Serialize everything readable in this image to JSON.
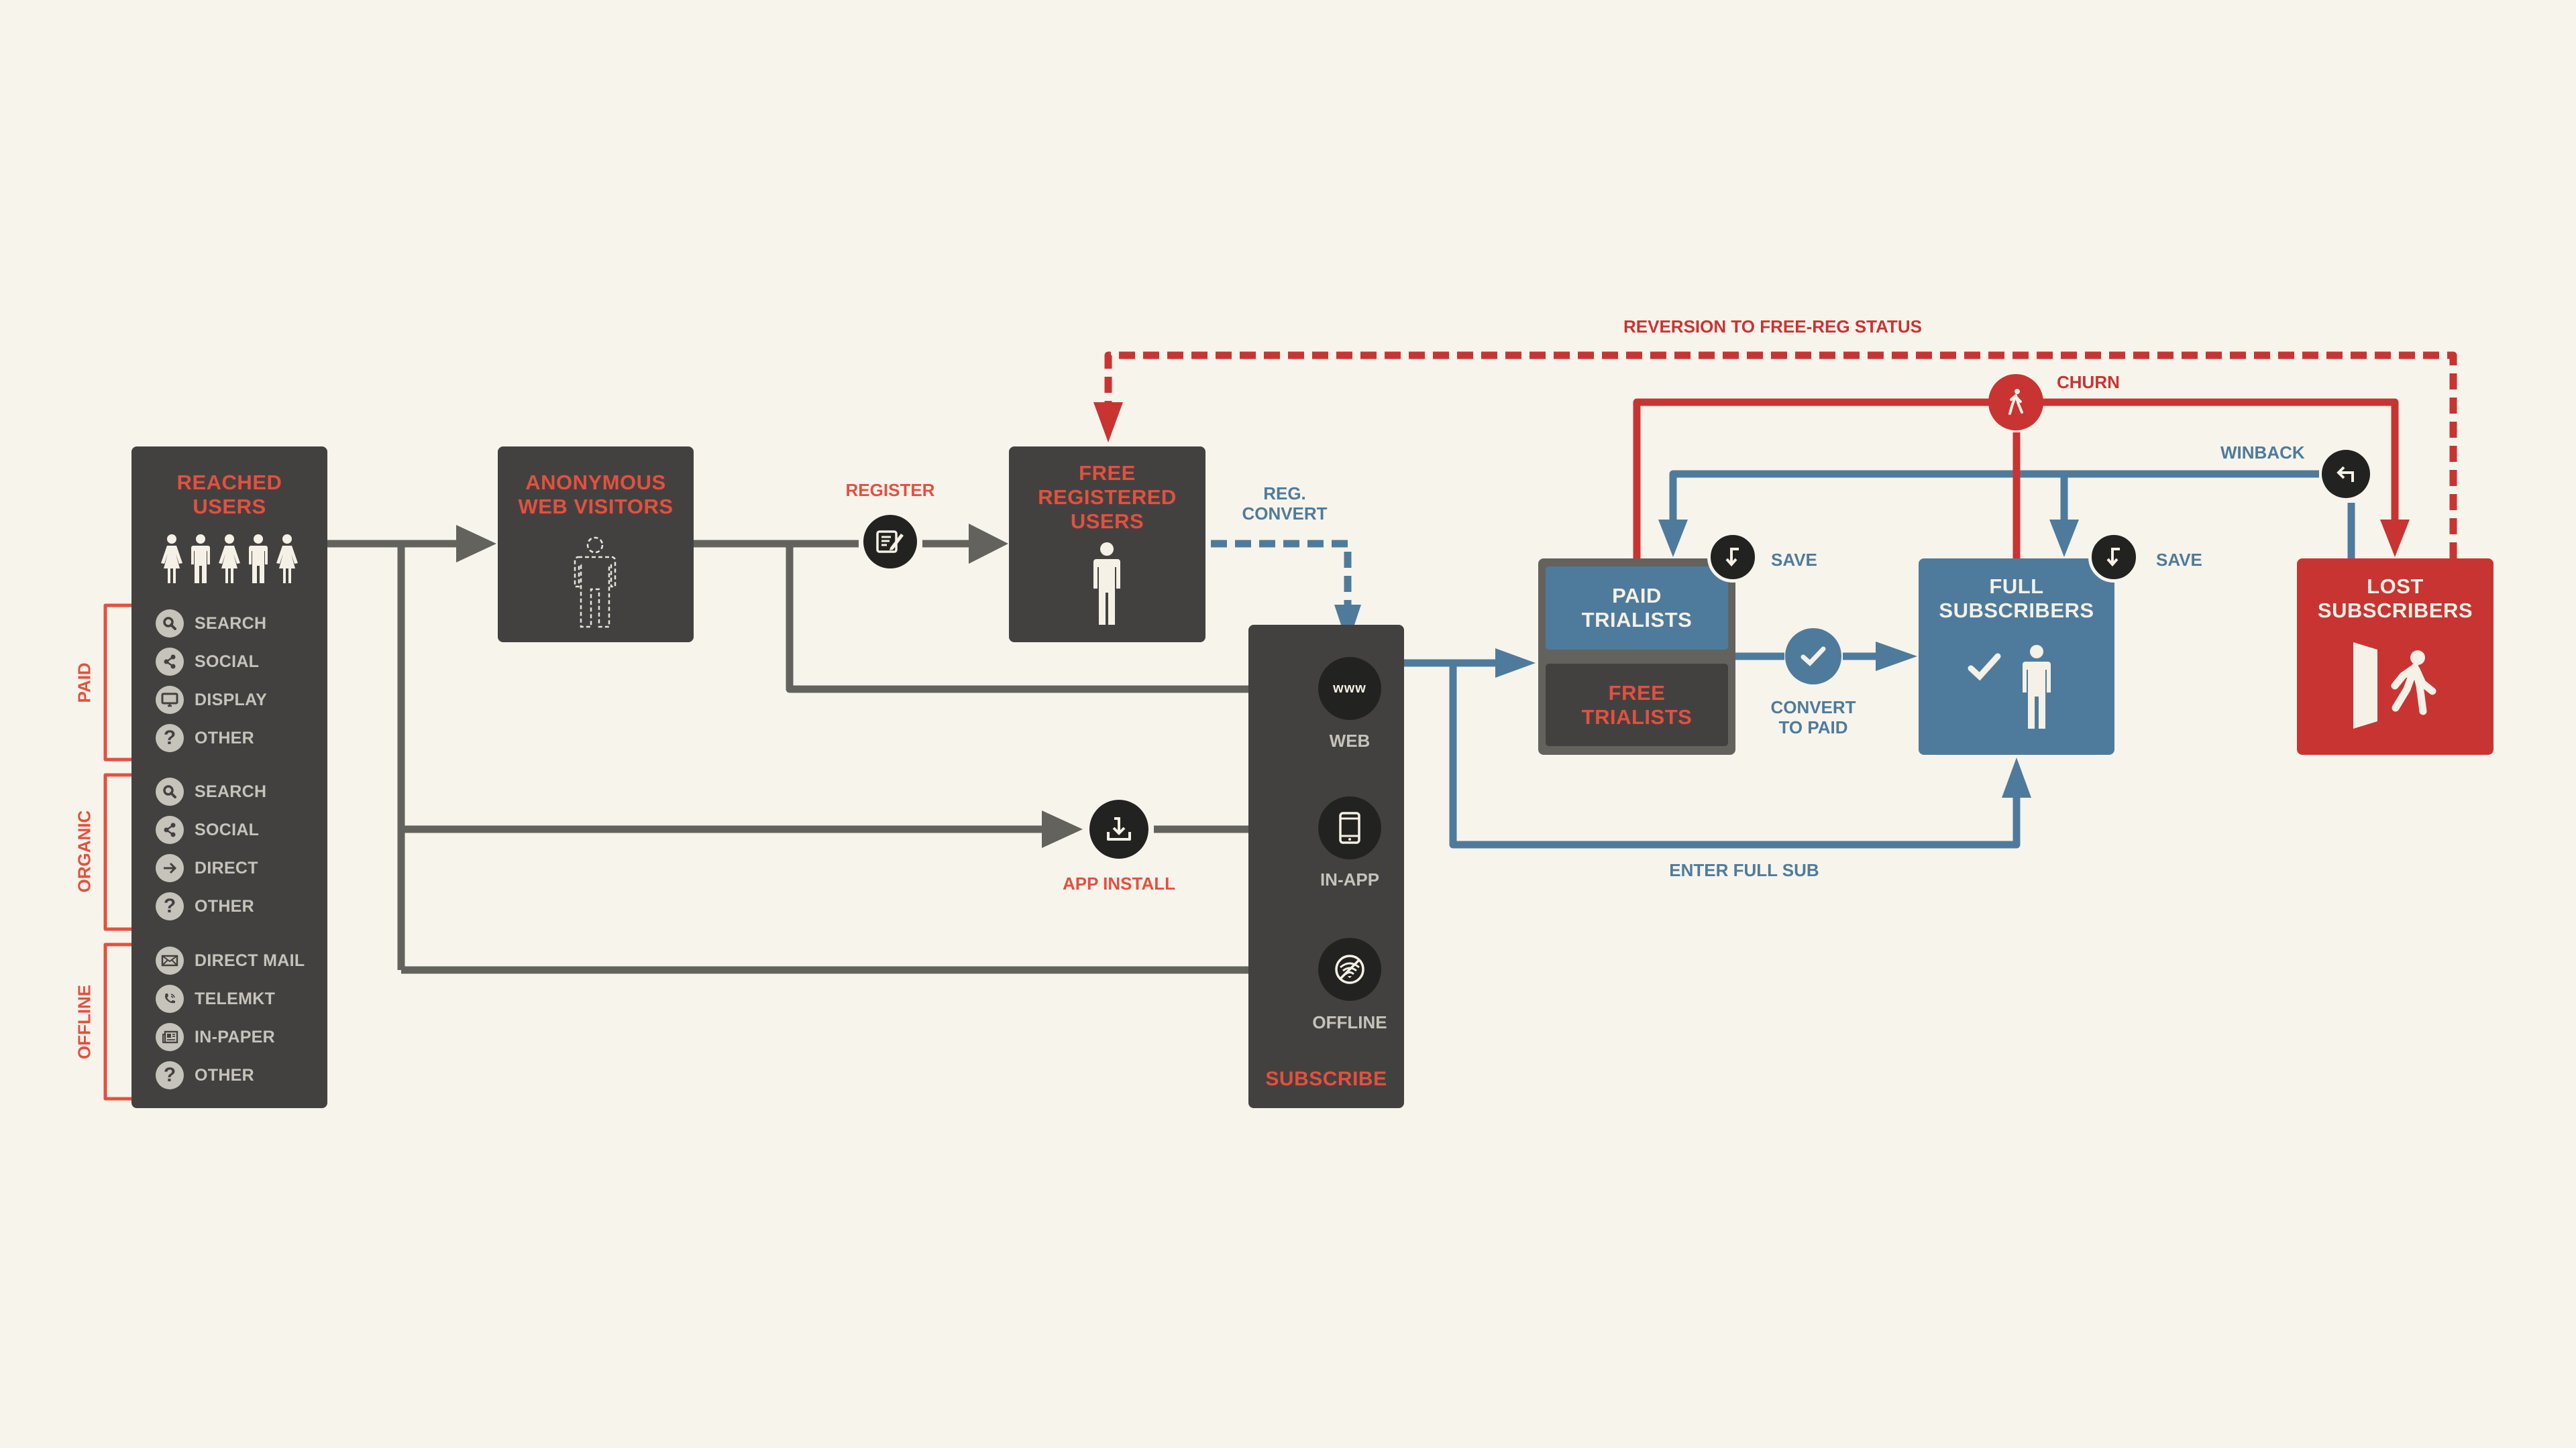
{
  "colors": {
    "background": "#f7f4ec",
    "box_dark": "#434140",
    "accent_red_text": "#e4503e",
    "churn_red": "#c83432",
    "subscriber_blue": "#4e7b9c",
    "connector_gray": "#63625d",
    "icon_circle_dark": "#222220",
    "channel_icon_light": "#c6c3bb"
  },
  "nodes": {
    "reached_users": {
      "title_line1": "REACHED",
      "title_line2": "USERS",
      "people_icons": [
        "woman-icon",
        "man-icon",
        "woman-icon",
        "man-icon",
        "woman-icon"
      ]
    },
    "anonymous_visitors": {
      "title_line1": "ANONYMOUS",
      "title_line2": "WEB VISITORS",
      "icon": "dashed-person-icon"
    },
    "free_registered": {
      "title_line1": "FREE",
      "title_line2": "REGISTERED",
      "title_line3": "USERS",
      "icon": "person-icon"
    },
    "subscribe": {
      "title": "SUBSCRIBE",
      "options": [
        {
          "label": "WEB",
          "icon": "www-icon"
        },
        {
          "label": "IN-APP",
          "icon": "tablet-icon"
        },
        {
          "label": "OFFLINE",
          "icon": "no-wifi-icon"
        }
      ]
    },
    "paid_trialists": {
      "title_line1": "PAID",
      "title_line2": "TRIALISTS"
    },
    "free_trialists": {
      "title_line1": "FREE",
      "title_line2": "TRIALISTS"
    },
    "full_subscribers": {
      "title_line1": "FULL",
      "title_line2": "SUBSCRIBERS",
      "icons": [
        "checkmark-icon",
        "person-icon"
      ]
    },
    "lost_subscribers": {
      "title_line1": "LOST",
      "title_line2": "SUBSCRIBERS",
      "icon": "exit-door-walking-person-icon"
    }
  },
  "channel_groups": [
    {
      "label": "PAID",
      "items": [
        {
          "label": "SEARCH",
          "icon": "search-icon"
        },
        {
          "label": "SOCIAL",
          "icon": "share-icon"
        },
        {
          "label": "DISPLAY",
          "icon": "monitor-icon"
        },
        {
          "label": "OTHER",
          "icon": "question-icon"
        }
      ]
    },
    {
      "label": "ORGANIC",
      "items": [
        {
          "label": "SEARCH",
          "icon": "search-icon"
        },
        {
          "label": "SOCIAL",
          "icon": "share-icon"
        },
        {
          "label": "DIRECT",
          "icon": "arrow-right-icon"
        },
        {
          "label": "OTHER",
          "icon": "question-icon"
        }
      ]
    },
    {
      "label": "OFFLINE",
      "items": [
        {
          "label": "DIRECT MAIL",
          "icon": "envelope-icon"
        },
        {
          "label": "TELEMKT",
          "icon": "phone-icon"
        },
        {
          "label": "IN-PAPER",
          "icon": "newspaper-icon"
        },
        {
          "label": "OTHER",
          "icon": "question-icon"
        }
      ]
    }
  ],
  "transitions": {
    "register": {
      "label": "REGISTER",
      "icon": "edit-form-icon"
    },
    "reg_convert": {
      "label_line1": "REG.",
      "label_line2": "CONVERT"
    },
    "app_install": {
      "label": "APP INSTALL",
      "icon": "download-icon"
    },
    "convert_to_paid": {
      "label_line1": "CONVERT",
      "label_line2": "TO PAID",
      "icon": "checkmark-icon"
    },
    "enter_full_sub": {
      "label": "ENTER FULL SUB"
    },
    "save_trialists": {
      "label": "SAVE",
      "icon": "save-return-arrow-icon"
    },
    "save_full": {
      "label": "SAVE",
      "icon": "save-return-arrow-icon"
    },
    "churn": {
      "label": "CHURN",
      "icon": "walking-person-icon"
    },
    "winback": {
      "label": "WINBACK",
      "icon": "turn-left-arrow-icon"
    },
    "reversion": {
      "label": "REVERSION TO FREE-REG STATUS"
    }
  }
}
